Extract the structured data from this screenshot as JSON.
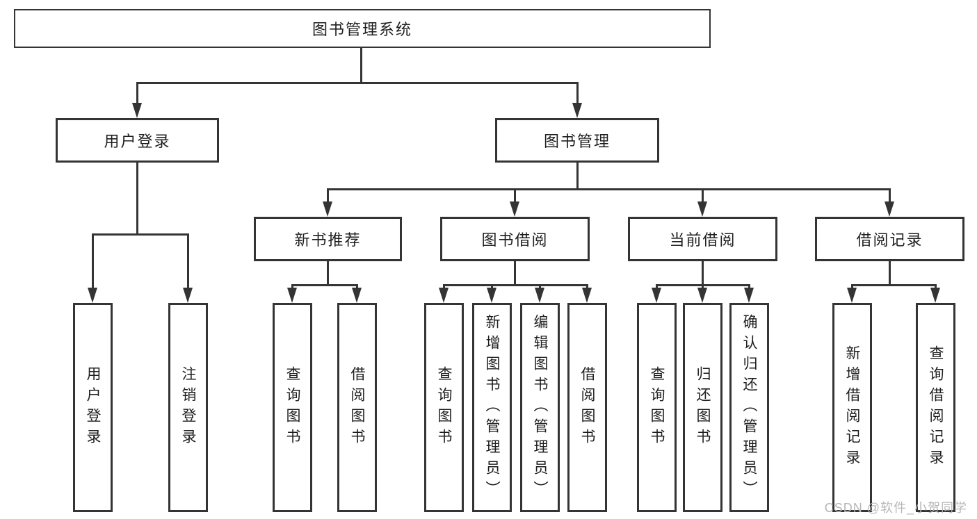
{
  "colors": {
    "line": "#343434",
    "box_border": "#343434",
    "text": "#1e1e1e",
    "watermark": "#b6b6b6",
    "background": "#ffffff"
  },
  "watermark": {
    "text": "CSDN @软件_小贺同学"
  },
  "tree": {
    "label": "图书管理系统",
    "children": [
      {
        "label": "用户登录",
        "children": [
          {
            "label": "用户登录"
          },
          {
            "label": "注销登录"
          }
        ]
      },
      {
        "label": "图书管理",
        "children": [
          {
            "label": "新书推荐",
            "children": [
              {
                "label": "查询图书"
              },
              {
                "label": "借阅图书"
              }
            ]
          },
          {
            "label": "图书借阅",
            "children": [
              {
                "label": "查询图书"
              },
              {
                "label": "新增图书（管理员）"
              },
              {
                "label": "编辑图书（管理员）"
              },
              {
                "label": "借阅图书"
              }
            ]
          },
          {
            "label": "当前借阅",
            "children": [
              {
                "label": "查询图书"
              },
              {
                "label": "归还图书"
              },
              {
                "label": "确认归还（管理员）"
              }
            ]
          },
          {
            "label": "借阅记录",
            "children": [
              {
                "label": "新增借阅记录"
              },
              {
                "label": "查询借阅记录"
              }
            ]
          }
        ]
      }
    ]
  }
}
